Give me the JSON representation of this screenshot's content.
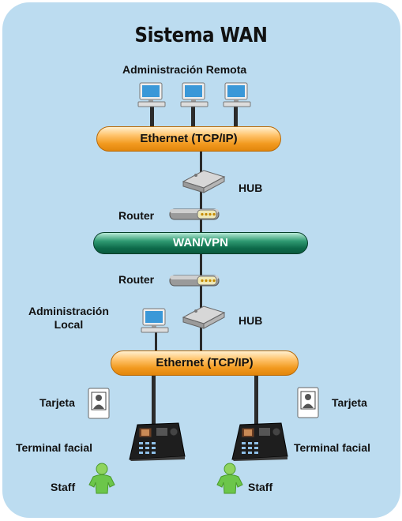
{
  "title": "Sistema WAN",
  "labels": {
    "remote_admin": "Administración Remota",
    "ethernet_top": "Ethernet (TCP/IP)",
    "hub_top": "HUB",
    "router_top": "Router",
    "wan": "WAN/VPN",
    "router_bottom": "Router",
    "local_admin_line1": "Administración",
    "local_admin_line2": "Local",
    "hub_bottom": "HUB",
    "ethernet_bottom": "Ethernet (TCP/IP)",
    "card_left": "Tarjeta",
    "card_right": "Tarjeta",
    "terminal_left": "Terminal facial",
    "terminal_right": "Terminal facial",
    "staff_left": "Staff",
    "staff_right": "Staff"
  },
  "icons": {
    "computer": "computer-icon",
    "hub": "hub-icon",
    "router": "router-icon",
    "card": "card-reader-icon",
    "terminal": "face-terminal-icon",
    "person": "person-icon"
  },
  "colors": {
    "background": "#bcdcf0",
    "ethernet_bar": "#f29a1f",
    "wan_bar": "#0d6a4a",
    "staff": "#6cc64a"
  }
}
